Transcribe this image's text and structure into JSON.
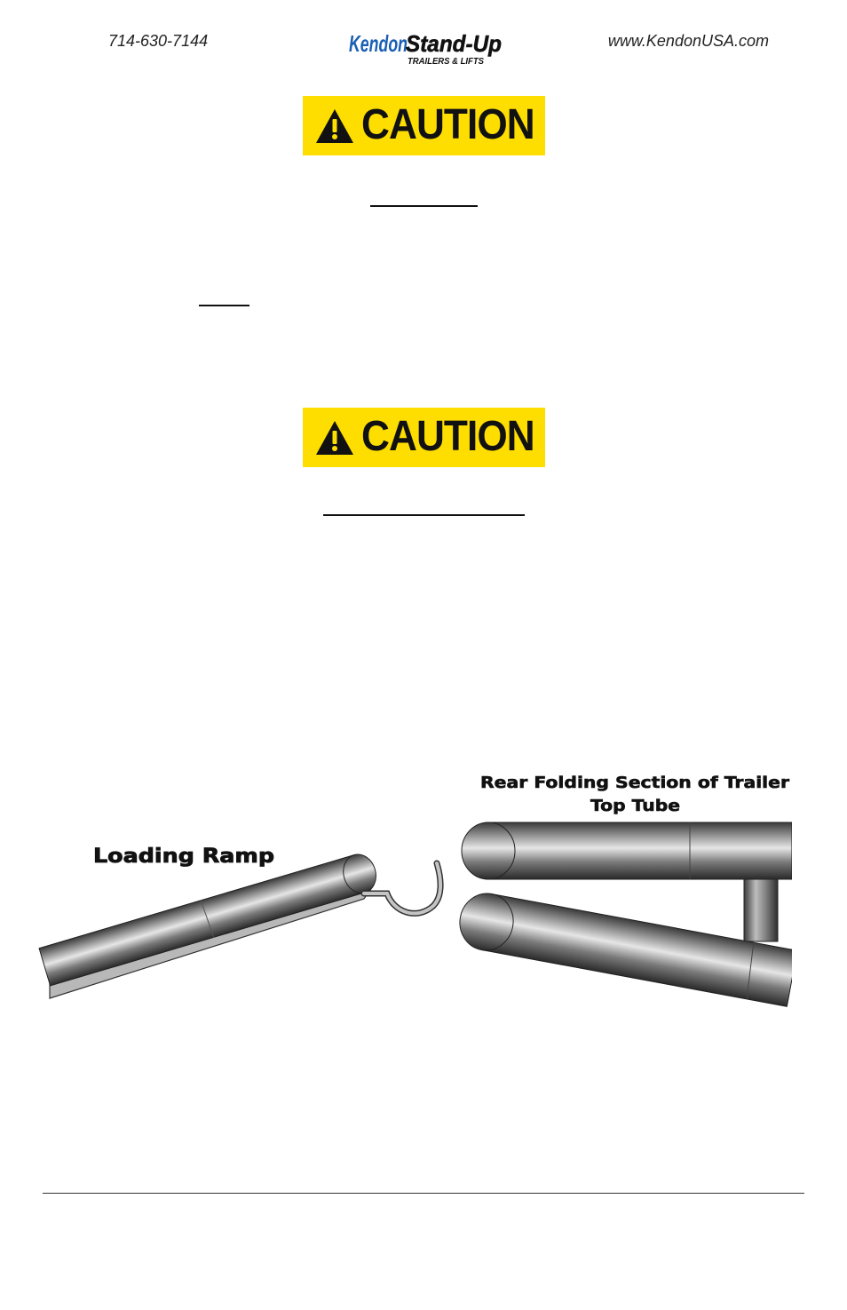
{
  "header": {
    "phone": "714-630-7144",
    "website": "www.KendonUSA.com",
    "logo": {
      "brand": "Kendon",
      "product": "Stand-Up",
      "tagline": "TRAILERS & LIFTS",
      "brand_color": "#1a5fb4"
    }
  },
  "caution_banners": [
    {
      "label": "CAUTION",
      "icon": "warning-triangle-icon",
      "color": "#fedd00"
    },
    {
      "label": "CAUTION",
      "icon": "warning-triangle-icon",
      "color": "#fedd00"
    }
  ],
  "figure": {
    "label_ramp": "Loading Ramp",
    "label_trailer_line1": "Rear Folding Section of Trailer",
    "label_trailer_line2": "Top Tube"
  }
}
